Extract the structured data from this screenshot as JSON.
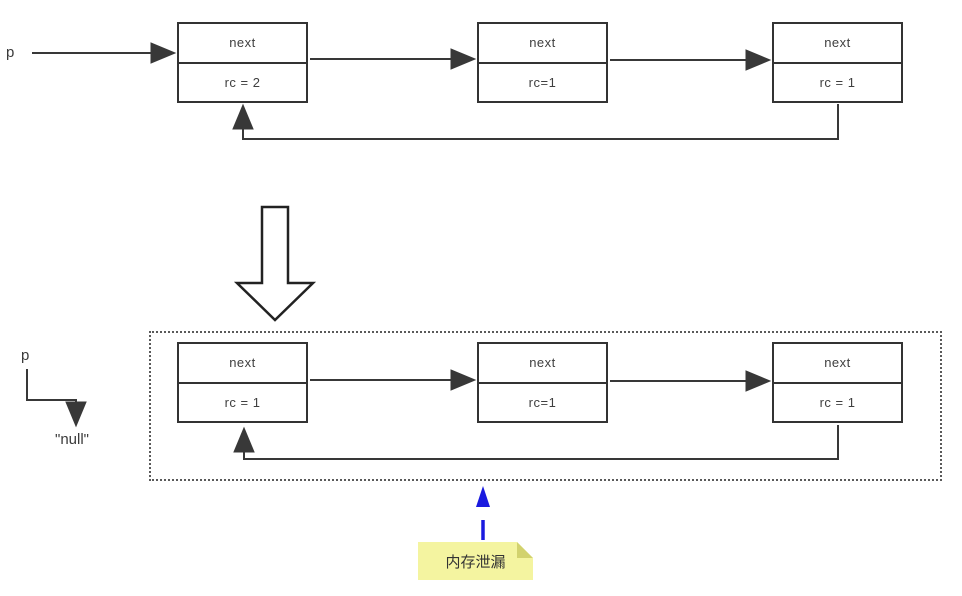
{
  "diagram": {
    "title_semantics": "reference-counted circular linked list causing a memory leak",
    "before": {
      "pointer_label": "p",
      "nodes": [
        {
          "field": "next",
          "rc": "rc = 2"
        },
        {
          "field": "next",
          "rc": "rc=1"
        },
        {
          "field": "next",
          "rc": "rc = 1"
        }
      ]
    },
    "after": {
      "pointer_label": "p",
      "null_label": "\"null\"",
      "nodes": [
        {
          "field": "next",
          "rc": "rc = 1"
        },
        {
          "field": "next",
          "rc": "rc=1"
        },
        {
          "field": "next",
          "rc": "rc = 1"
        }
      ]
    },
    "note": {
      "text": "内存泄漏"
    },
    "colors": {
      "line": "#383838",
      "node_border": "#333333",
      "text": "#3f3f3f",
      "dotted_border": "#5a5a5a",
      "note_bg": "#f4f4a0",
      "note_fold": "#d2d26e",
      "leak_arrow_blue": "#1a1adf"
    }
  }
}
